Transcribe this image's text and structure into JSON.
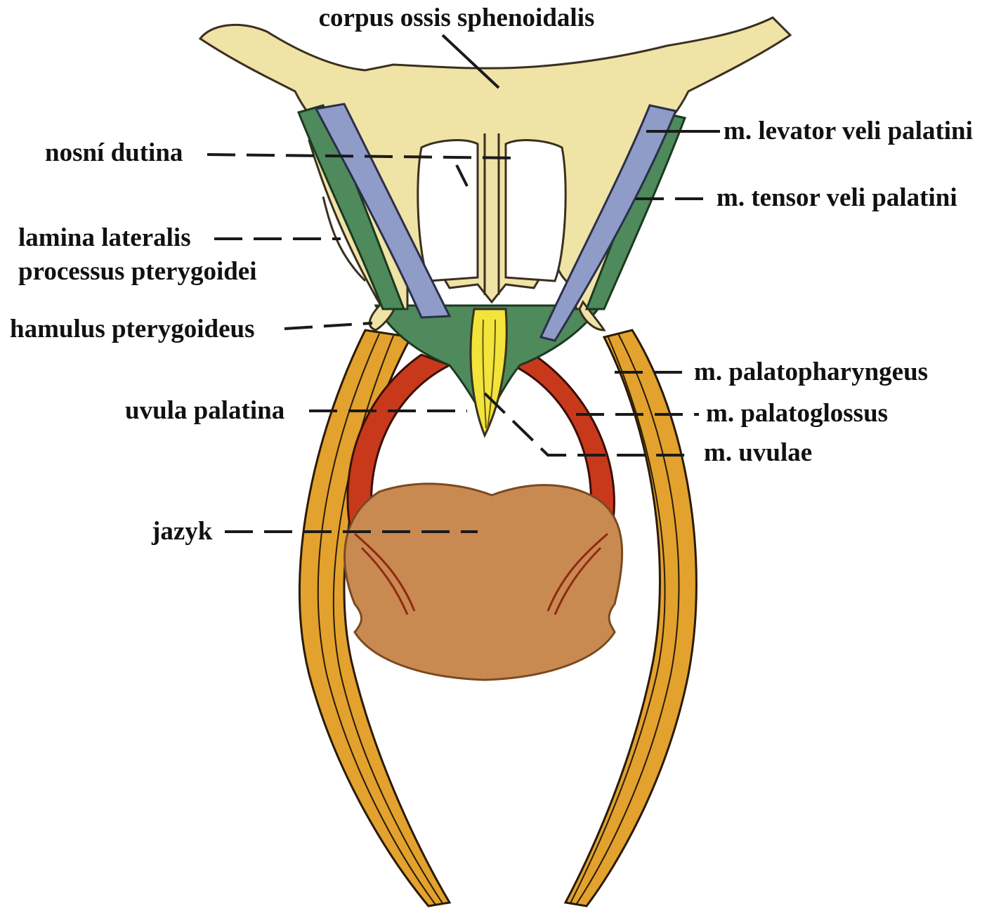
{
  "labels": {
    "corpus": "corpus ossis sphenoidalis",
    "nosni": "nosní dutina",
    "lamina_1": "lamina lateralis",
    "lamina_2": "processus pterygoidei",
    "hamulus": "hamulus pterygoideus",
    "uvula_palatina": "uvula palatina",
    "jazyk": "jazyk",
    "levator": "m. levator veli palatini",
    "tensor": "m. tensor veli palatini",
    "palatopharyngeus": "m. palatopharyngeus",
    "palatoglossus": "m. palatoglossus",
    "uvulae": "m. uvulae"
  },
  "colors": {
    "bone": "#f0e3a6",
    "bone_outline": "#3a3020",
    "levator": "#8f9cc8",
    "tensor": "#4e8a5b",
    "palatopharyngeus": "#e2a22d",
    "palatoglossus": "#c8391c",
    "uvula": "#f2e43a",
    "tongue": "#c98a52"
  }
}
